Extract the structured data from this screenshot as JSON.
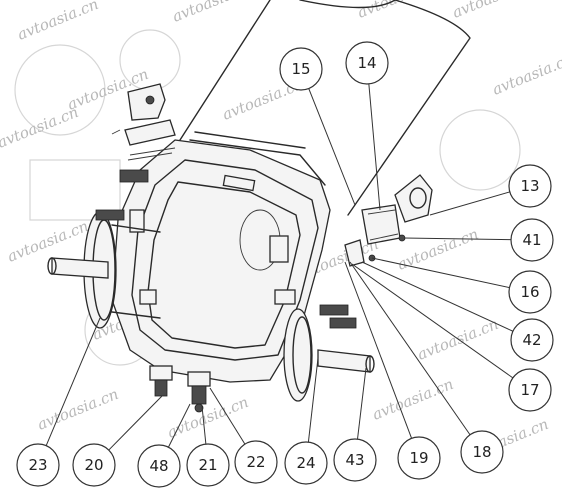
{
  "watermark": "avtoasia.cn",
  "callouts": [
    {
      "id": "15",
      "label": "15",
      "color": "#222222"
    },
    {
      "id": "14",
      "label": "14",
      "color": "#222222"
    },
    {
      "id": "13",
      "label": "13",
      "color": "#222222"
    },
    {
      "id": "41",
      "label": "41",
      "color": "#222222"
    },
    {
      "id": "16",
      "label": "16",
      "color": "#222222"
    },
    {
      "id": "42",
      "label": "42",
      "color": "#222222"
    },
    {
      "id": "17",
      "label": "17",
      "color": "#222222"
    },
    {
      "id": "18",
      "label": "18",
      "color": "#222222"
    },
    {
      "id": "19",
      "label": "19",
      "color": "#222222"
    },
    {
      "id": "43",
      "label": "43",
      "color": "#222222"
    },
    {
      "id": "24",
      "label": "24",
      "color": "#2a4a7a"
    },
    {
      "id": "22",
      "label": "22",
      "color": "#222222"
    },
    {
      "id": "21",
      "label": "21",
      "color": "#222222"
    },
    {
      "id": "48",
      "label": "48",
      "color": "#222222"
    },
    {
      "id": "20",
      "label": "20",
      "color": "#222222"
    },
    {
      "id": "23",
      "label": "23",
      "color": "#222222"
    }
  ]
}
